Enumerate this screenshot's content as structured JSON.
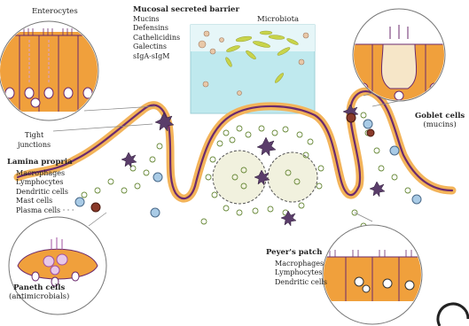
{
  "labels": {
    "enterocytes": "Enterocytes",
    "mucosal_barrier": {
      "title": "Mucosal secreted barrier",
      "items": [
        "Mucins",
        "Defensins",
        "Cathelicidins",
        "Galectins",
        "sIgA-sIgM"
      ]
    },
    "microbiota": "Microbiota",
    "tight_junctions": [
      "Tight",
      "junctions"
    ],
    "lamina_propria": {
      "title": "Lamina propria",
      "items": [
        "Macrophages",
        "Lymphocytes",
        "Dendritic cells",
        "Mast cells",
        "Plasma cells · · ·"
      ]
    },
    "goblet_cells": {
      "title": "Goblet cells",
      "sub": "(mucins)"
    },
    "paneth_cells": {
      "title": "Paneth cells",
      "sub": "(antimicrobials)"
    },
    "peyers_patch": {
      "title": "Peyer's patch",
      "items": [
        "Macrophages",
        "Lymphocytes",
        "Dendritic cells"
      ]
    }
  },
  "colors": {
    "epithelium": "#e8a030",
    "cell_fill": "#f0a03c",
    "outline": "#6b2a6e",
    "lumen": "#aee3e8",
    "bacteria": "#c8d44a"
  }
}
